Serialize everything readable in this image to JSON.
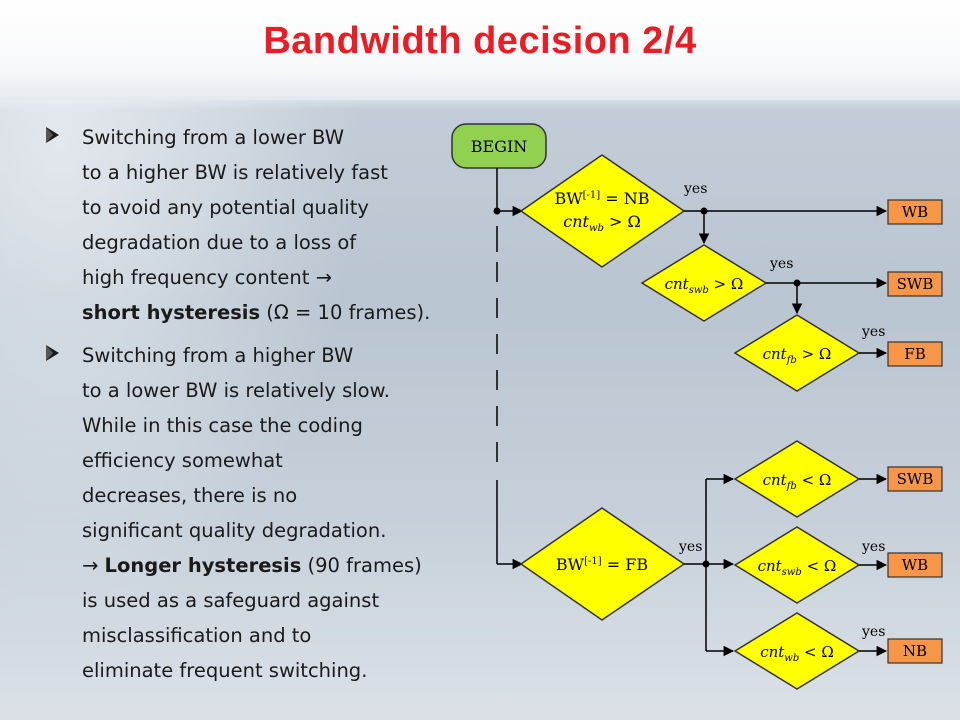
{
  "slide": {
    "title": "Bandwidth decision 2/4",
    "bullet1": {
      "line1": "Switching from a lower BW",
      "line2": "to a higher BW is relatively fast",
      "line3": "to avoid any potential quality",
      "line4": "degradation due to a loss of",
      "line5": "high frequency content →",
      "line6_bold": "short hysteresis",
      "line6_rest": " (Ω = 10 frames)."
    },
    "bullet2": {
      "line1": "Switching from a higher BW",
      "line2": "to a lower BW is relatively slow.",
      "line3": "While in this case the coding",
      "line4": "efficiency somewhat",
      "line5": "decreases, there is no",
      "line6": "significant quality degradation.",
      "line7_pre": "→ ",
      "line7_bold": "Longer hysteresis",
      "line7_rest": " (90 frames)",
      "line8": "is used as a safeguard against",
      "line9": "misclassification and to",
      "line10": "eliminate frequent switching."
    }
  },
  "flowchart": {
    "begin": "BEGIN",
    "d1_line1": "BW",
    "d1_sup": "[-1]",
    "d1_eq": " = NB",
    "d1_line2_var": "cnt",
    "d1_line2_sub": "wb",
    "d1_line2_rel": " > Ω",
    "d2_var": "cnt",
    "d2_sub": "swb",
    "d2_rel": " > Ω",
    "d3_var": "cnt",
    "d3_sub": "fb",
    "d3_rel": " > Ω",
    "d4_line1": "BW",
    "d4_sup": "[-1]",
    "d4_eq": " = FB",
    "d5_var": "cnt",
    "d5_sub": "fb",
    "d5_rel": " < Ω",
    "d6_var": "cnt",
    "d6_sub": "swb",
    "d6_rel": " < Ω",
    "d7_var": "cnt",
    "d7_sub": "wb",
    "d7_rel": " < Ω",
    "out_wb": "WB",
    "out_swb": "SWB",
    "out_fb": "FB",
    "out_swb2": "SWB",
    "out_wb2": "WB",
    "out_nb": "NB",
    "yes": "yes",
    "colors": {
      "begin_fill": "#92d050",
      "decision_fill": "#ffff00",
      "output_fill": "#f79646",
      "title": "#ec1c24"
    }
  }
}
